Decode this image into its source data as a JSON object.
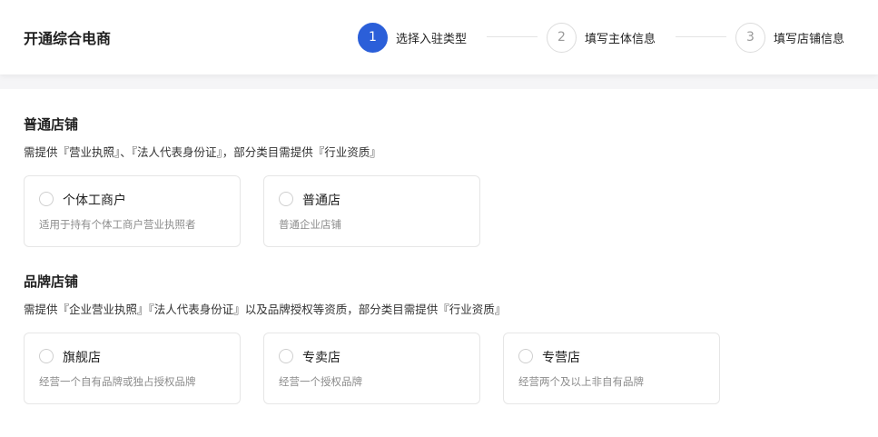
{
  "header": {
    "title": "开通综合电商",
    "steps": [
      {
        "number": "1",
        "label": "选择入驻类型",
        "state": "active"
      },
      {
        "number": "2",
        "label": "填写主体信息",
        "state": "pending"
      },
      {
        "number": "3",
        "label": "填写店铺信息",
        "state": "pending"
      }
    ]
  },
  "colors": {
    "accent": "#2b5fd9",
    "page_bg": "#f5f5f7",
    "card_border": "#e6e6e6"
  },
  "sections": [
    {
      "title": "普通店铺",
      "desc": "需提供『营业执照』、『法人代表身份证』，部分类目需提供『行业资质』",
      "options": [
        {
          "title": "个体工商户",
          "desc": "适用于持有个体工商户营业执照者"
        },
        {
          "title": "普通店",
          "desc": "普通企业店铺"
        }
      ]
    },
    {
      "title": "品牌店铺",
      "desc": "需提供『企业营业执照』『法人代表身份证』以及品牌授权等资质，部分类目需提供『行业资质』",
      "options": [
        {
          "title": "旗舰店",
          "desc": "经营一个自有品牌或独占授权品牌"
        },
        {
          "title": "专卖店",
          "desc": "经营一个授权品牌"
        },
        {
          "title": "专营店",
          "desc": "经营两个及以上非自有品牌"
        }
      ]
    }
  ]
}
